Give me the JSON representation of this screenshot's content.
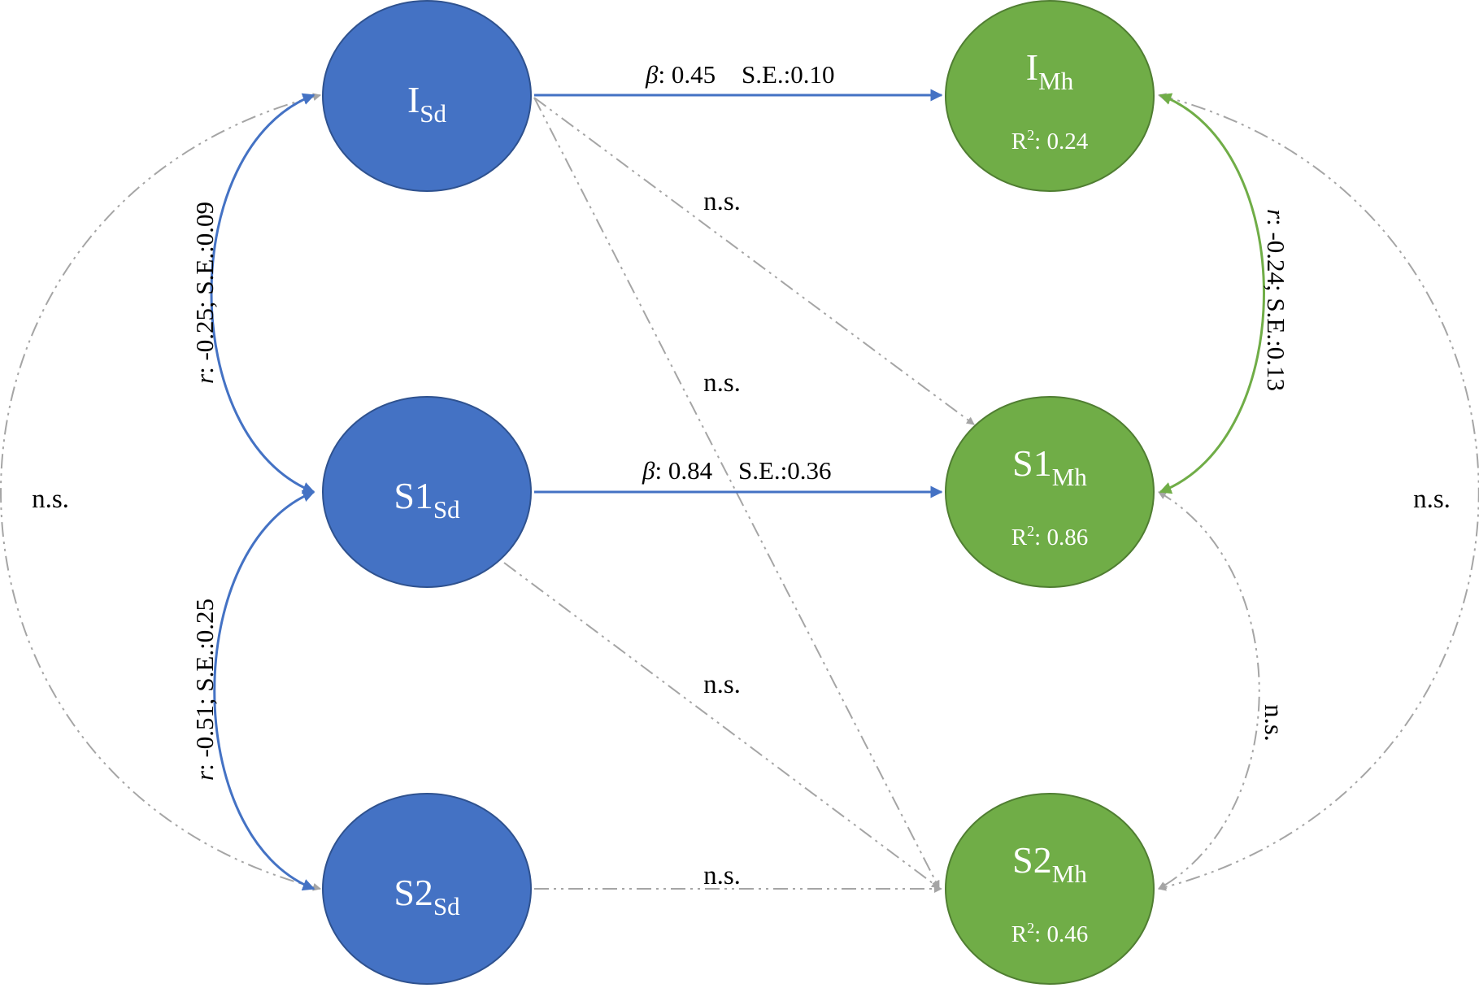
{
  "colors": {
    "sd_fill": "#4472C4",
    "sd_stroke": "#2F528F",
    "mh_fill": "#70AD47",
    "mh_stroke": "#507E32",
    "solid_blue": "#4472C4",
    "solid_green": "#70AD47",
    "ns_gray": "#A5A5A5"
  },
  "nodes": {
    "i_sd": {
      "main": "I",
      "sub": "Sd"
    },
    "s1_sd": {
      "main": "S1",
      "sub": "Sd"
    },
    "s2_sd": {
      "main": "S2",
      "sub": "Sd"
    },
    "i_mh": {
      "main": "I",
      "sub": "Mh",
      "r2_label": "R",
      "r2_sup": "2",
      "r2_value": ": 0.24"
    },
    "s1_mh": {
      "main": "S1",
      "sub": "Mh",
      "r2_label": "R",
      "r2_sup": "2",
      "r2_value": ": 0.86"
    },
    "s2_mh": {
      "main": "S2",
      "sub": "Mh",
      "r2_label": "R",
      "r2_sup": "2",
      "r2_value": ": 0.46"
    }
  },
  "paths": {
    "i_to_i": {
      "beta_symbol": "β",
      "beta_value": ": 0.45",
      "se": "S.E.:0.10"
    },
    "s1_to_s1": {
      "beta_symbol": "β",
      "beta_value": ": 0.84",
      "se": "S.E.:0.36"
    }
  },
  "correlations": {
    "sd_i_s1": {
      "r_symbol": "r",
      "text": ": -0.25; S.E.:0.09"
    },
    "sd_s1_s2": {
      "r_symbol": "r",
      "text": ": -0.51; S.E.:0.25"
    },
    "mh_i_s1": {
      "r_symbol": "r",
      "text": ": -0.24; S.E.:0.13"
    }
  },
  "ns_labels": {
    "i_sd_to_s1_mh": "n.s.",
    "i_sd_to_s2_mh": "n.s.",
    "s1_sd_to_s2_mh": "n.s.",
    "s2_sd_to_s2_mh": "n.s.",
    "left_outer": "n.s.",
    "right_outer": "n.s.",
    "mh_s1_s2": "n.s."
  }
}
